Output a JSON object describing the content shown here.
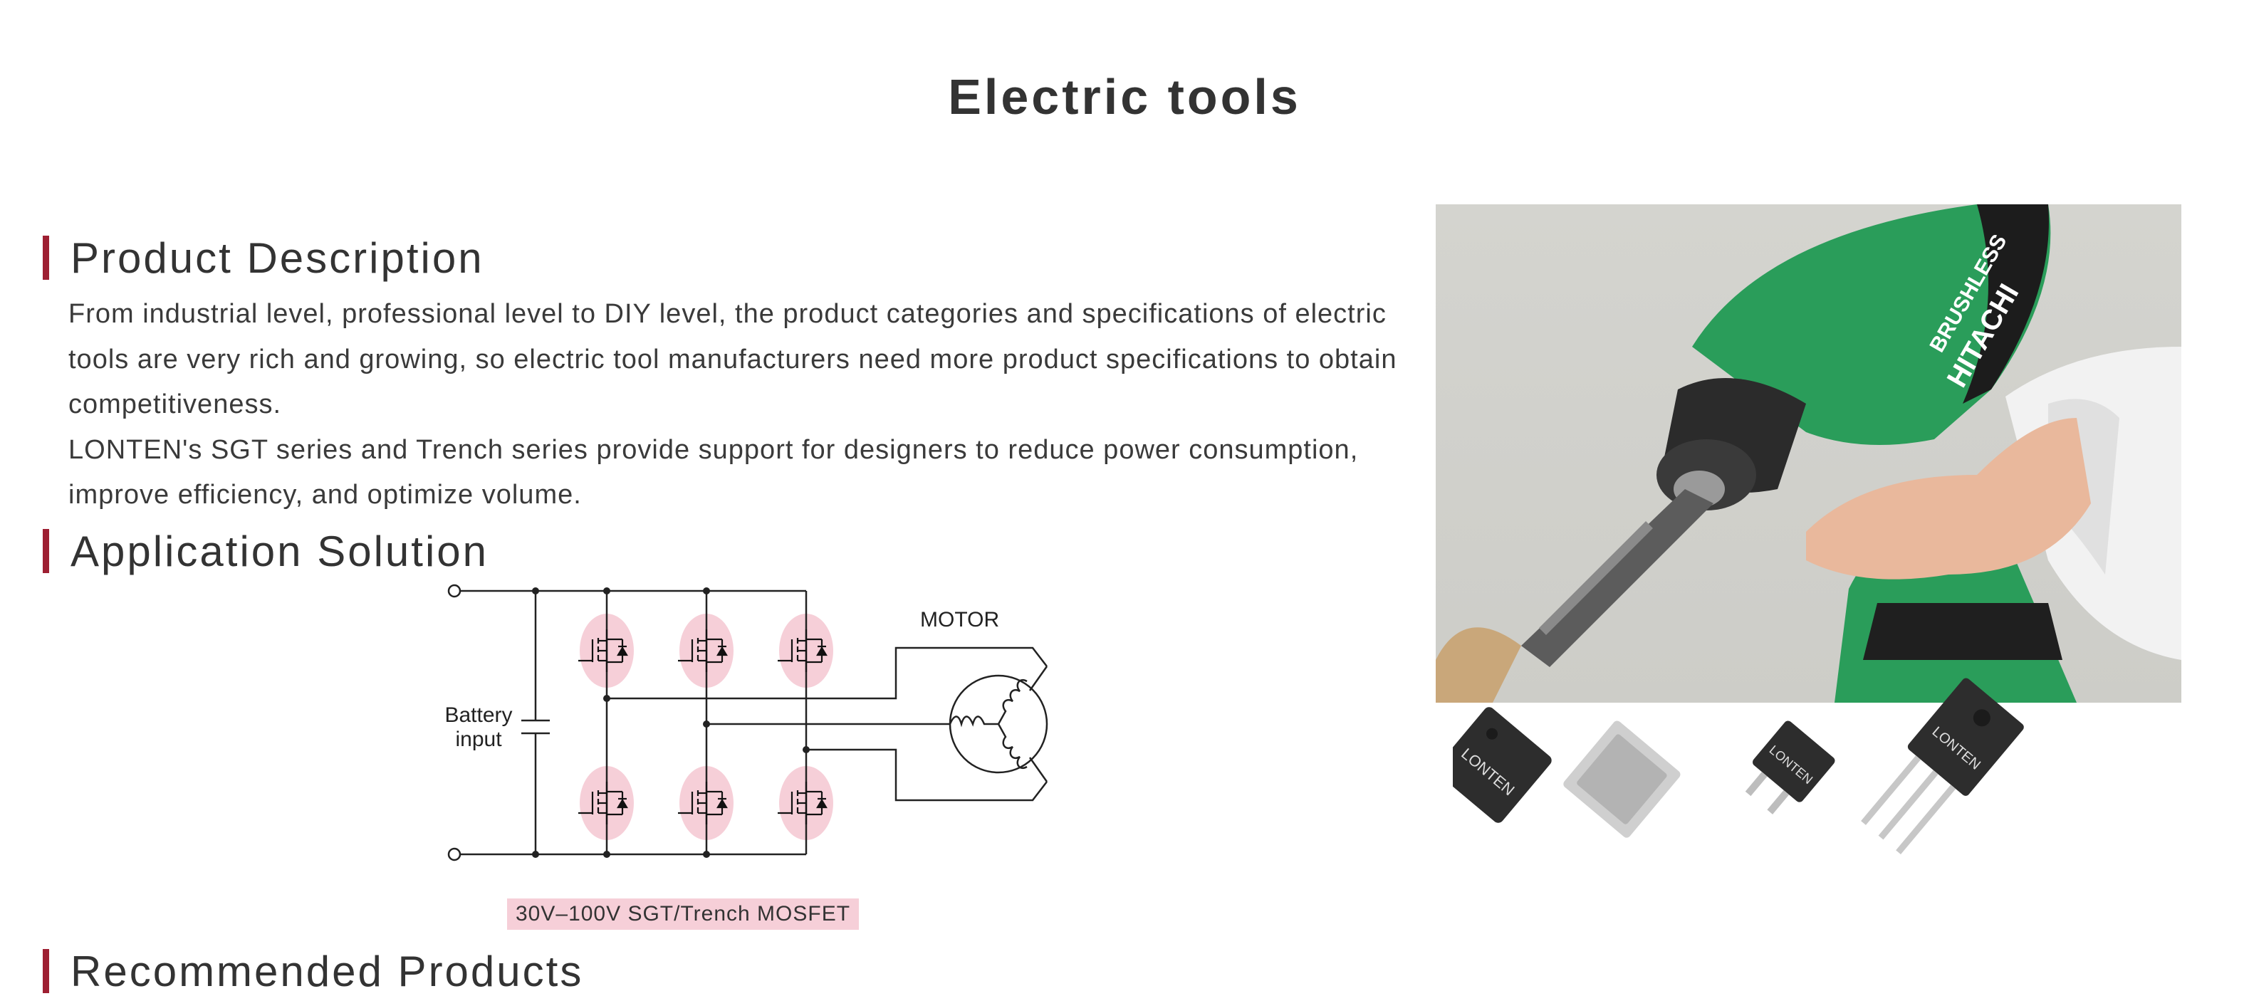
{
  "page": {
    "title": "Electric tools"
  },
  "sections": {
    "description_heading": "Product Description",
    "solution_heading": "Application Solution",
    "recommended_heading": "Recommended Products"
  },
  "description": {
    "paragraph_1": "From industrial level, professional level to DIY level, the product categories and specifications of electric tools are very rich and growing, so electric tool manufacturers need more product specifications to obtain competitiveness.",
    "paragraph_2": "LONTEN's SGT series and Trench series provide support for designers to reduce power consumption, improve efficiency, and optimize volume."
  },
  "diagram": {
    "motor_label": "MOTOR",
    "battery_label_line1": "Battery",
    "battery_label_line2": "input",
    "mosfet_label": "30V–100V  SGT/Trench MOSFET",
    "highlight_color": "#f6cfd8"
  },
  "photo": {
    "drill_brand": "HITACHI",
    "drill_tag": "BRUSHLESS",
    "part_brand": "LONTEN"
  },
  "colors": {
    "accent": "#9e1f32",
    "drill_green": "#2a9d5a"
  }
}
